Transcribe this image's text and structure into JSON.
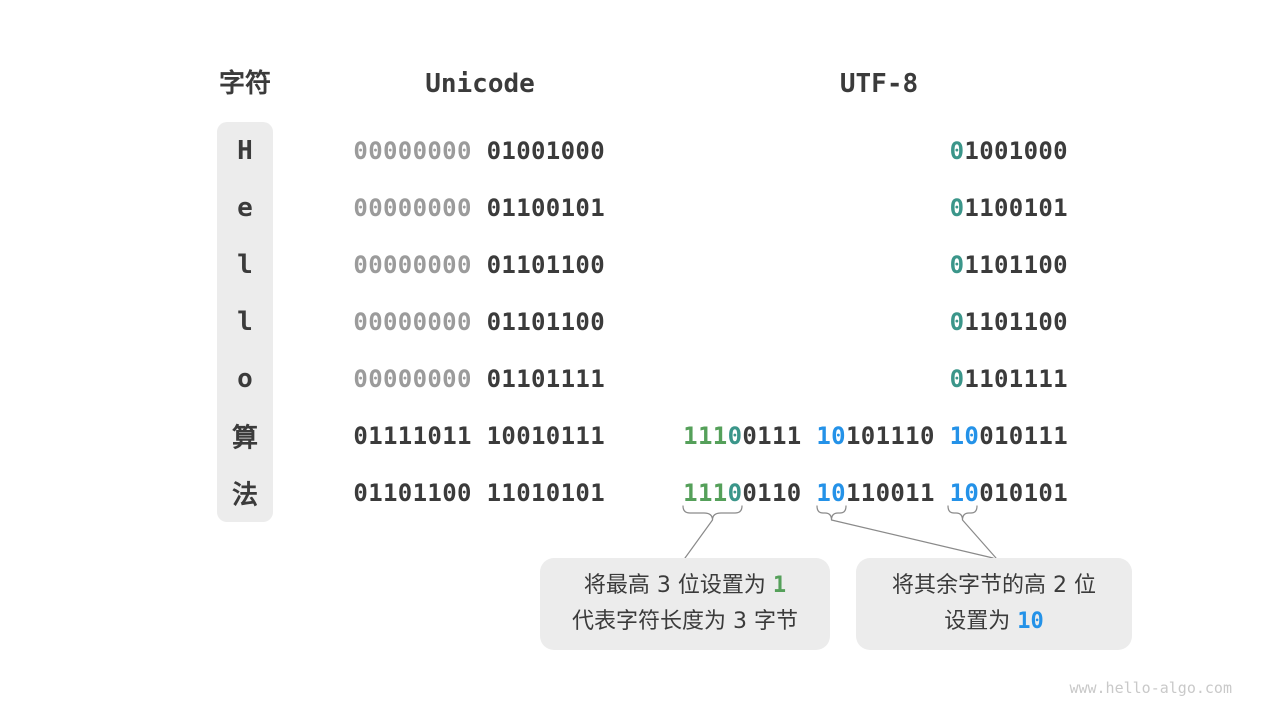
{
  "palette": {
    "dark": "#3b3b3b",
    "gray": "#9b9b9b",
    "green": "#55a05a",
    "teal": "#3b968a",
    "blue": "#2492e8",
    "panel": "#ececec",
    "line_gray": "#8a8a8a",
    "watermark": "#c9c9c9"
  },
  "header": {
    "char_label": "字符",
    "unicode_label": "Unicode",
    "utf8_label": "UTF-8"
  },
  "rows": [
    {
      "char": "H",
      "unicode": [
        [
          "00000000",
          "gray"
        ],
        [
          " 01001000",
          "dark"
        ]
      ],
      "utf8": [
        [
          "0",
          "teal"
        ],
        [
          "1001000",
          "dark"
        ]
      ]
    },
    {
      "char": "e",
      "unicode": [
        [
          "00000000",
          "gray"
        ],
        [
          " 01100101",
          "dark"
        ]
      ],
      "utf8": [
        [
          "0",
          "teal"
        ],
        [
          "1100101",
          "dark"
        ]
      ]
    },
    {
      "char": "l",
      "unicode": [
        [
          "00000000",
          "gray"
        ],
        [
          " 01101100",
          "dark"
        ]
      ],
      "utf8": [
        [
          "0",
          "teal"
        ],
        [
          "1101100",
          "dark"
        ]
      ]
    },
    {
      "char": "l",
      "unicode": [
        [
          "00000000",
          "gray"
        ],
        [
          " 01101100",
          "dark"
        ]
      ],
      "utf8": [
        [
          "0",
          "teal"
        ],
        [
          "1101100",
          "dark"
        ]
      ]
    },
    {
      "char": "o",
      "unicode": [
        [
          "00000000",
          "gray"
        ],
        [
          " 01101111",
          "dark"
        ]
      ],
      "utf8": [
        [
          "0",
          "teal"
        ],
        [
          "1101111",
          "dark"
        ]
      ]
    },
    {
      "char": "算",
      "unicode": [
        [
          "01111011 10010111",
          "dark"
        ]
      ],
      "utf8": [
        [
          "111",
          "green"
        ],
        [
          "0",
          "teal"
        ],
        [
          "0111 ",
          "dark"
        ],
        [
          "10",
          "blue"
        ],
        [
          "101110 ",
          "dark"
        ],
        [
          "10",
          "blue"
        ],
        [
          "010111",
          "dark"
        ]
      ]
    },
    {
      "char": "法",
      "unicode": [
        [
          "01101100 11010101",
          "dark"
        ]
      ],
      "utf8": [
        [
          "111",
          "green"
        ],
        [
          "0",
          "teal"
        ],
        [
          "0110 ",
          "dark"
        ],
        [
          "10",
          "blue"
        ],
        [
          "110011 ",
          "dark"
        ],
        [
          "10",
          "blue"
        ],
        [
          "010101",
          "dark"
        ]
      ]
    }
  ],
  "callouts": [
    {
      "lines": [
        [
          [
            "将最高 3 位设置为 ",
            "dark"
          ],
          [
            "1",
            "green"
          ]
        ],
        [
          [
            "代表字符长度为 3 字节",
            "dark"
          ]
        ]
      ]
    },
    {
      "lines": [
        [
          [
            "将其余字节的高 2 位",
            "dark"
          ]
        ],
        [
          [
            "设置为 ",
            "dark"
          ],
          [
            "10",
            "blue"
          ]
        ]
      ]
    }
  ],
  "watermark": "www.hello-algo.com"
}
